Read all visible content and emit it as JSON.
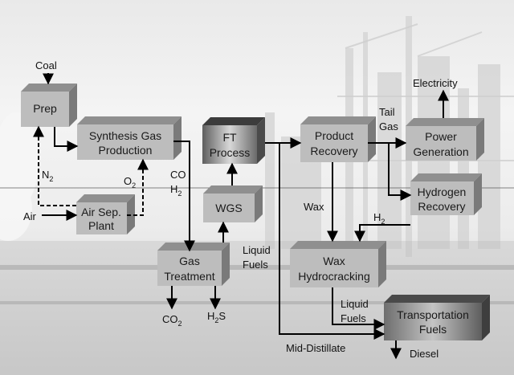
{
  "colors": {
    "box_front": "#bdbdbd",
    "box_top": "#8f8f8f",
    "box_side": "#7a7a7a",
    "dark_box_front": "#7b7b7b",
    "arrow": "#000000"
  },
  "boxes": {
    "prep": "Prep",
    "synthesis_line1": "Synthesis Gas",
    "synthesis_line2": "Production",
    "air_sep_line1": "Air Sep.",
    "air_sep_line2": "Plant",
    "ft_line1": "FT",
    "ft_line2": "Process",
    "wgs": "WGS",
    "gas_treatment_line1": "Gas",
    "gas_treatment_line2": "Treatment",
    "product_recovery_line1": "Product",
    "product_recovery_line2": "Recovery",
    "power_generation_line1": "Power",
    "power_generation_line2": "Generation",
    "hydrogen_recovery_line1": "Hydrogen",
    "hydrogen_recovery_line2": "Recovery",
    "wax_hydrocracking_line1": "Wax",
    "wax_hydrocracking_line2": "Hydrocracking",
    "transportation_fuels_line1": "Transportation",
    "transportation_fuels_line2": "Fuels"
  },
  "labels": {
    "coal": "Coal",
    "air": "Air",
    "n2_main": "N",
    "n2_sub": "2",
    "o2_main": "O",
    "o2_sub": "2",
    "co": "CO",
    "h2_main": "H",
    "h2_sub": "2",
    "co2_main": "CO",
    "co2_sub": "2",
    "h2s_main": "H",
    "h2s_sub": "2",
    "h2s_tail": "S",
    "h2_wax_main": "H",
    "h2_wax_sub": "2",
    "electricity": "Electricity",
    "tail_gas_line1": "Tail",
    "tail_gas_line2": "Gas",
    "wax": "Wax",
    "liquid_fuels_1_line1": "Liquid",
    "liquid_fuels_1_line2": "Fuels",
    "liquid_fuels_2_line1": "Liquid",
    "liquid_fuels_2_line2": "Fuels",
    "mid_distillate": "Mid-Distillate",
    "diesel": "Diesel"
  }
}
